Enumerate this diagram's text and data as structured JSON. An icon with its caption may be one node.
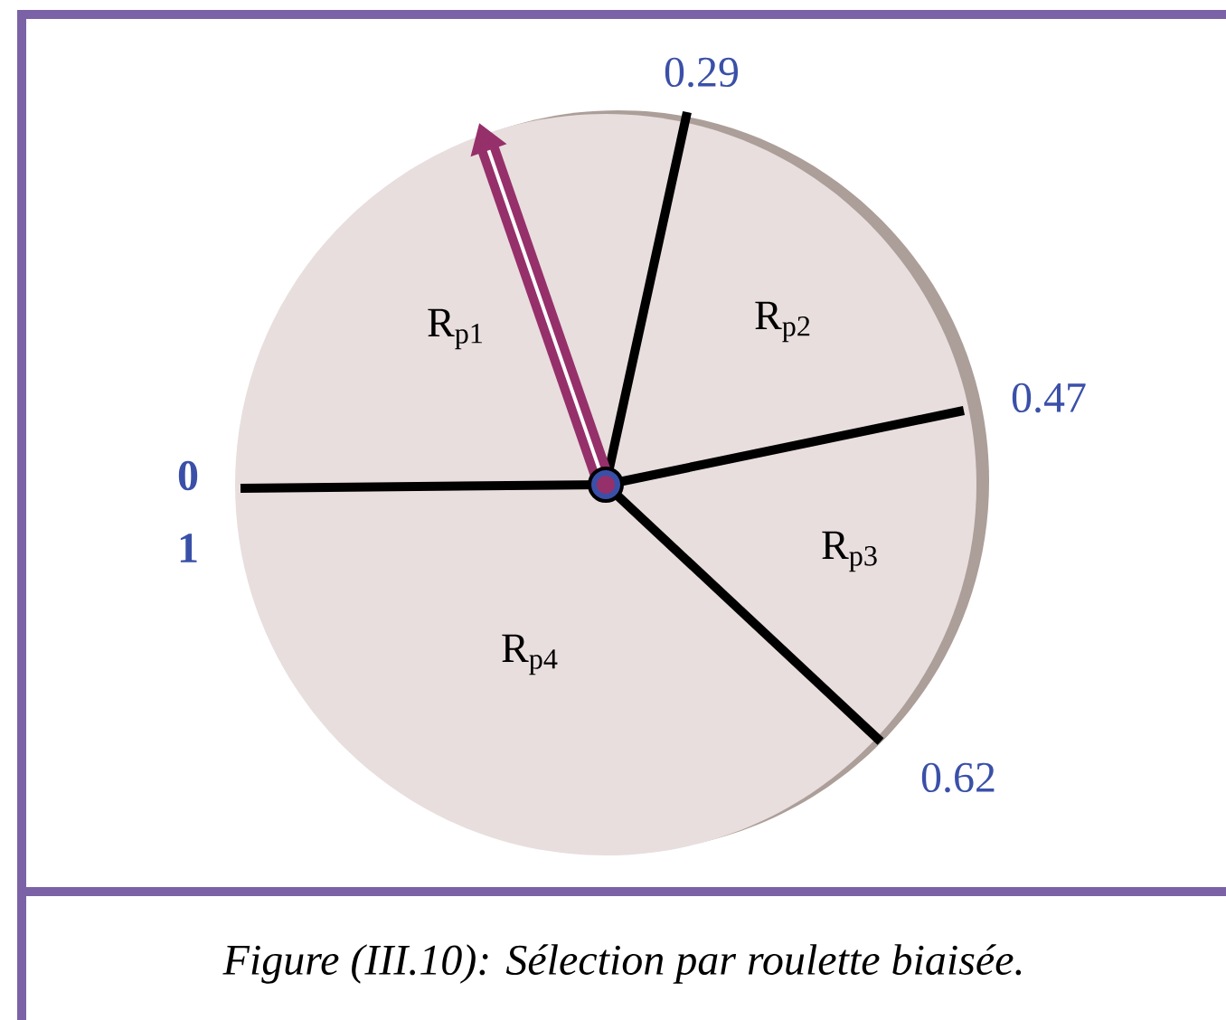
{
  "diagram": {
    "caption": "Figure (III.10): Sélection par roulette biaisée.",
    "labels": [
      "0.29",
      "R$_{p1}$",
      "R$_{p2}$",
      "0.47",
      "0",
      "1",
      "R$_{p3}$",
      "R$_{p4}$",
      "0.62"
    ]
  }
}
